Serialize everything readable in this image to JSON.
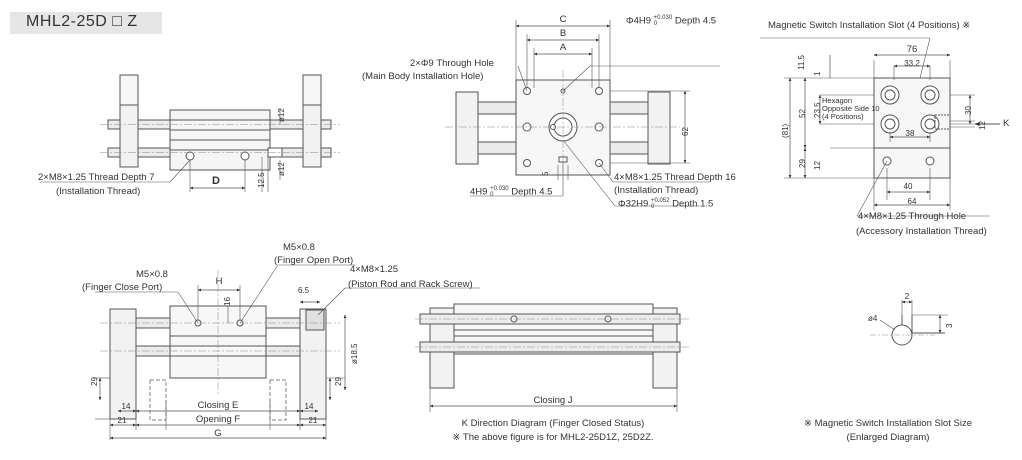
{
  "title": "MHL2-25D □ Z",
  "front_view": {
    "thread_note": "2×M8×1.25 Thread Depth 7",
    "thread_sub": "(Installation Thread)",
    "dim_D": "D",
    "dim_phi12_top": "ø12",
    "dim_phi12_bot": "ø12",
    "dim_12_5": "12.5"
  },
  "top_view": {
    "dim_C": "C",
    "dim_B": "B",
    "dim_A": "A",
    "hole_note": "2×Φ9 Through Hole",
    "hole_sub": "(Main Body Installation Hole)",
    "pin_note": "Φ4H9 ⁺⁰·⁰³⁰₀ Depth 4.5",
    "pin_note_main": "Φ4H9",
    "pin_tol": "+0.030",
    "pin_tol_low": "0",
    "pin_depth": "Depth 4.5",
    "dim_62": "62",
    "dim_5": "5",
    "key_note_main": "4H9",
    "key_tol": "+0.030",
    "key_tol_low": "0",
    "key_depth": "Depth 4.5",
    "thread16_note": "4×M8×1.25 Thread Depth 16",
    "thread16_sub": "(Installation Thread)",
    "bore_main": "Φ32H9",
    "bore_tol": "+0.052",
    "bore_tol_low": "0",
    "bore_depth": "Depth 1.5"
  },
  "side_view": {
    "slot_note": "Magnetic Switch Installation Slot (4 Positions) ※",
    "dim_76": "76",
    "dim_33_2": "33.2",
    "dim_11_5": "11.5",
    "dim_1": "1",
    "dim_23_5": "23.5",
    "dim_52": "52",
    "dim_81": "(81)",
    "dim_29": "29",
    "dim_12a": "12",
    "dim_30": "30",
    "dim_12b": "12",
    "dim_38": "38",
    "dim_40": "40",
    "dim_64": "64",
    "hex_line1": "Hexagon",
    "hex_line2": "Opposite Side 10",
    "hex_line3": "(4 Positions)",
    "k_label": "K",
    "through_note": "4×M8×1.25 Through Hole",
    "through_sub": "(Accessory Installation Thread)"
  },
  "bottom_view": {
    "m5_close": "M5×0.8",
    "close_port": "(Finger Close Port)",
    "dim_H": "H",
    "m5_open": "M5×0.8",
    "open_port": "(Finger Open Port)",
    "dim_16": "16",
    "dim_6_5": "6.5",
    "piston_note": "4×M8×1.25",
    "piston_sub": "(Piston Rod and Rack Screw)",
    "dim_phi18_5": "ø18.5",
    "dim_29_left": "29",
    "dim_29_right": "29",
    "dim_14_left": "14",
    "dim_14_right": "14",
    "dim_21_left": "21",
    "dim_21_right": "21",
    "closing_E": "Closing E",
    "opening_F": "Opening F",
    "dim_G": "G"
  },
  "k_view": {
    "closing_J": "Closing J",
    "caption": "K Direction Diagram (Finger Closed Status)",
    "note": "※ The above figure is for MHL2-25D1Z, 25D2Z."
  },
  "slot_detail": {
    "dim_2": "2",
    "dim_3": "3",
    "dim_phi4": "ø4",
    "caption1": "※ Magnetic Switch Installation Slot Size",
    "caption2": "(Enlarged Diagram)"
  }
}
